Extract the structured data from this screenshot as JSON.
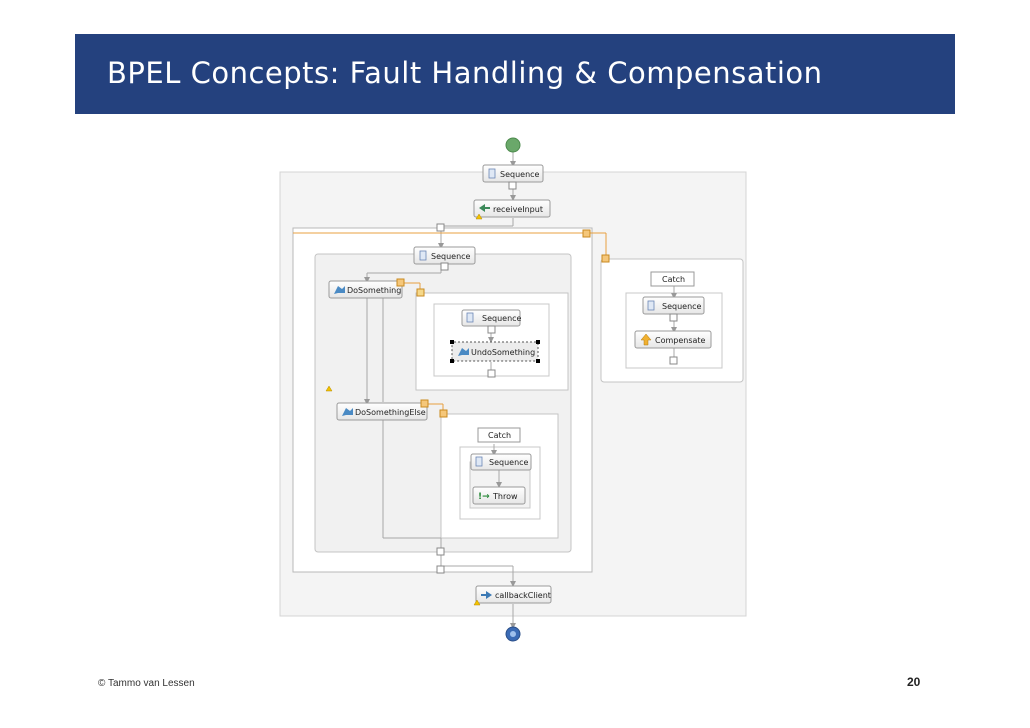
{
  "slide": {
    "title": "BPEL Concepts: Fault Handling & Compensation",
    "footer": "© Tammo van Lessen",
    "page_number": "20"
  },
  "diagram": {
    "nodes": {
      "seq_top": "Sequence",
      "receive": "receiveInput",
      "seq_scope": "Sequence",
      "do_something": "DoSomething",
      "seq_comp": "Sequence",
      "undo_something": "UndoSomething",
      "do_something_else": "DoSomethingElse",
      "catch_inner": "Catch",
      "seq_catch_inner": "Sequence",
      "throw": "Throw",
      "catch_outer": "Catch",
      "seq_catch_outer": "Sequence",
      "compensate": "Compensate",
      "callback": "callbackClient"
    },
    "colors": {
      "title_bar": "#24417e",
      "start_node": "#6aa86a",
      "end_node": "#3b6bb5",
      "handler_marker": "#f0a030"
    }
  }
}
